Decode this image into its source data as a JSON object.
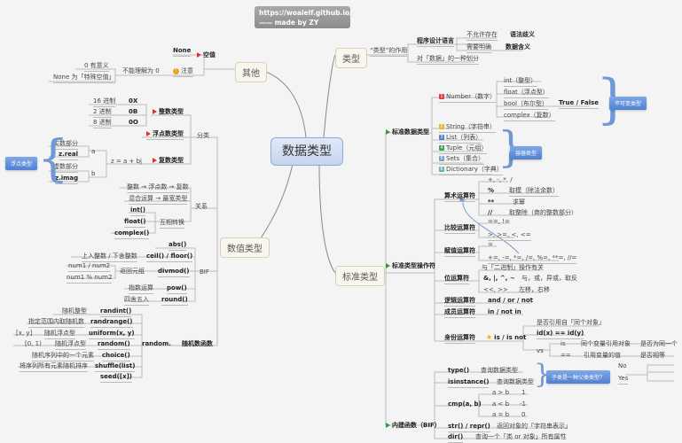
{
  "banner": {
    "line1": "https://woaielf.github.io/",
    "line2": "—— made by ZY"
  },
  "central": {
    "label": "数据类型"
  },
  "topics": {
    "other": "其他",
    "type": "类型",
    "numeric": "数值类型",
    "standard": "标准类型"
  },
  "other": {
    "null_flag": "空值",
    "none": "None",
    "note": "注意",
    "cannot_be_zero": "不能理解为 0",
    "zero_meaning": "0 有意义",
    "none_special": "None 为「特殊空值」"
  },
  "type_branch": {
    "role": "“类型”的作用",
    "prog_lang": "程序设计语言",
    "disallow": "不允许存在",
    "disallow_value": "语法歧义",
    "need_clear": "需要明确",
    "need_clear_value": "数据含义",
    "partition": "对「数据」的一种划分"
  },
  "numeric": {
    "classify": "分类",
    "int_type": "整数类型",
    "hex_label": "16 进制",
    "hex_value": "0X",
    "bin_label": "2 进制",
    "bin_value": "0B",
    "oct_label": "8 进制",
    "oct_value": "0O",
    "float_type": "浮点数类型",
    "complex_type": "复数类型",
    "complex_formula": "z = a + bj",
    "real_part": "实数部分",
    "real_attr": "z.real",
    "a": "a",
    "imag_part": "虚数部分",
    "imag_attr": "z.imag",
    "b": "b",
    "float_callout": "浮点类型",
    "relation": "关系",
    "rel1": "整数 → 浮点数 → 复数",
    "rel2": "混合运算 → 最宽类型",
    "convert": "互相转换",
    "int_fn": "int()",
    "float_fn": "float()",
    "complex_fn": "complex()",
    "bif": "BIF",
    "abs": "abs()",
    "ceil_desc": "上入整数 / 下舍整数",
    "ceil": "ceil() / floor()",
    "divmod": "divmod()",
    "divmod_desc": "返回元组",
    "div1": "num1 / num2",
    "div2": "num1 % num2",
    "pow_desc": "指数运算",
    "pow": "pow()",
    "round_desc": "四舍五入",
    "round": "round()",
    "random_prefix": "random.",
    "random_label": "随机数函数",
    "randint_desc": "随机整型",
    "randint": "randint()",
    "randrange_desc": "指定范围内取随机数",
    "randrange": "randrange()",
    "uniform_range": "[x, y]",
    "uniform_desc": "随机浮点型",
    "uniform": "uniform(x, y)",
    "random_range": "[0, 1)",
    "random_desc": "随机浮点型",
    "random": "random()",
    "choice_desc": "随机序列中的一个元素",
    "choice": "choice()",
    "shuffle_desc": "将序列所有元素随机排序",
    "shuffle": "shuffle(list)",
    "seed": "seed([x])"
  },
  "standard": {
    "std_types": "标准数据类型",
    "number": "Number（数字）",
    "int": "int（整型）",
    "float": "float（浮点型）",
    "bool": "bool（布尔型）",
    "complex": "complex（复数）",
    "bool_values": "True / False",
    "immutable_callout": "不可变类型",
    "string": "String（字符串）",
    "list": "List（列表）",
    "tuple": "Tuple（元组）",
    "sets": "Sets（集合）",
    "dict": "Dictionary（字典）",
    "container_callout": "容器类型",
    "badges": [
      "1",
      "2",
      "3",
      "4",
      "5",
      "6"
    ],
    "badge_colors": [
      "#d9413a",
      "#f0b030",
      "#4a82d4",
      "#3aa84a",
      "#7aa0c0",
      "#6ab0b8"
    ],
    "operators": "标准类型操作符",
    "arith": "算术运算符",
    "arith_basic": "+, -, *, /",
    "mod": "%",
    "mod_desc": "取模（除法余数）",
    "pow": "**",
    "pow_desc": "求幂",
    "floordiv": "//",
    "floordiv_desc": "取整除（商的整数部分）",
    "compare": "比较运算符",
    "cmp1": "==, !=",
    "cmp2": ">, >=, <, <=",
    "assign": "赋值运算符",
    "assign1": "=",
    "assign2": "+=, -=, *=, /=, %=, **=, //=",
    "bit": "位运算符",
    "bit_note": "与「二进制」操作有关",
    "bit1": "&, |, ^, ~",
    "bit1_desc": "与，或，异或，取反",
    "bit2": "<<, >>",
    "bit2_desc": "左移，右移",
    "logic": "逻辑运算符",
    "logic_val": "and / or / not",
    "member": "成员运算符",
    "member_val": "in / not in",
    "identity": "身份运算符",
    "identity_val": "is / is not",
    "same_obj_q": "是否引用自「同个对象」",
    "id_eq": "id(x) == id(y)",
    "vs": "vs",
    "is": "is",
    "is_desc": "同个变量引用对象",
    "is_q": "是否为同一个",
    "eq": "==",
    "eq_desc": "引用变量的值",
    "eq_q": "是否相等",
    "bif": "内建函数（BIF）",
    "type_fn": "type()",
    "type_desc": "查询数据类型",
    "isinstance_fn": "isinstance()",
    "isinstance_desc": "查询数据类型",
    "subclass_callout": "子类是一种父类类型？",
    "no": "No",
    "yes": "Yes",
    "cmp_fn": "cmp(a, b)",
    "cmp_gt": "a > b",
    "cmp_gt_v": "1",
    "cmp_lt": "a < b",
    "cmp_lt_v": "-1",
    "cmp_eq": "a = b",
    "cmp_eq_v": "0",
    "str_fn": "str() / repr()",
    "str_desc": "返回对象的「字符串表示」",
    "dir_fn": "dir()",
    "dir_desc": "查询一个「类 or 对象」所有属性"
  }
}
